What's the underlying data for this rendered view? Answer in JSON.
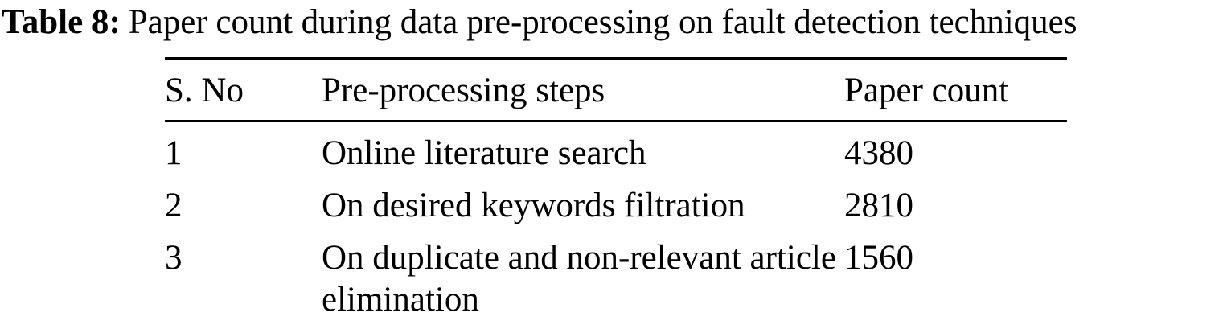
{
  "page": {
    "background_color": "#ffffff",
    "text_color": "#000000"
  },
  "caption": {
    "label": "Table 8:",
    "text": "Paper count during data pre-processing on fault detection techniques"
  },
  "table": {
    "columns": [
      "S. No",
      "Pre-processing steps",
      "Paper count"
    ],
    "rows": [
      {
        "sno": "1",
        "step": "Online literature search",
        "count": "4380"
      },
      {
        "sno": "2",
        "step": "On desired keywords filtration",
        "count": "2810"
      },
      {
        "sno": "3",
        "step": "On duplicate and non-relevant article elimination",
        "count": "1560"
      }
    ]
  }
}
